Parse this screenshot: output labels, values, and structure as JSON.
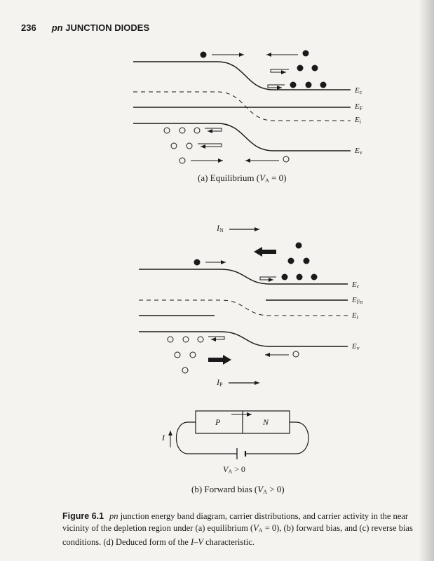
{
  "header": {
    "page_number": "236",
    "section_pn": "pn",
    "section_rest": "JUNCTION DIODES"
  },
  "panel_a": {
    "levels": {
      "ec": "E",
      "ec_sub": "c",
      "ef": "E",
      "ef_sub": "F",
      "ei": "E",
      "ei_sub": "i",
      "ev": "E",
      "ev_sub": "v"
    },
    "caption_prefix": "(a) Equilibrium (",
    "caption_var": "V",
    "caption_sub": "A",
    "caption_suffix": " = 0)"
  },
  "panel_b": {
    "levels": {
      "ec": "E",
      "ec_sub": "c",
      "efn": "E",
      "efn_sub": "Fn",
      "ei": "E",
      "ei_sub": "i",
      "ev": "E",
      "ev_sub": "v"
    },
    "current_n": "I",
    "current_n_sub": "N",
    "current_p": "I",
    "current_p_sub": "P",
    "circuit": {
      "p_label": "P",
      "n_label": "N",
      "current_label": "I",
      "bias_var": "V",
      "bias_sub": "A",
      "bias_text": " > 0"
    },
    "caption_prefix": "(b) Forward bias (",
    "caption_var": "V",
    "caption_sub": "A",
    "caption_suffix": " > 0)"
  },
  "figure_caption": {
    "number": "Figure 6.1",
    "pn": "pn",
    "part1": " junction energy band diagram, carrier distributions, and carrier activity in the near vicinity of the depletion region under (a) equilibrium (",
    "va": "V",
    "va_sub": "A",
    "part2": " = 0), (b) forward bias, and (c) reverse bias conditions. (d) Deduced form of the ",
    "iv": "I–V",
    "part3": " characteristic."
  }
}
